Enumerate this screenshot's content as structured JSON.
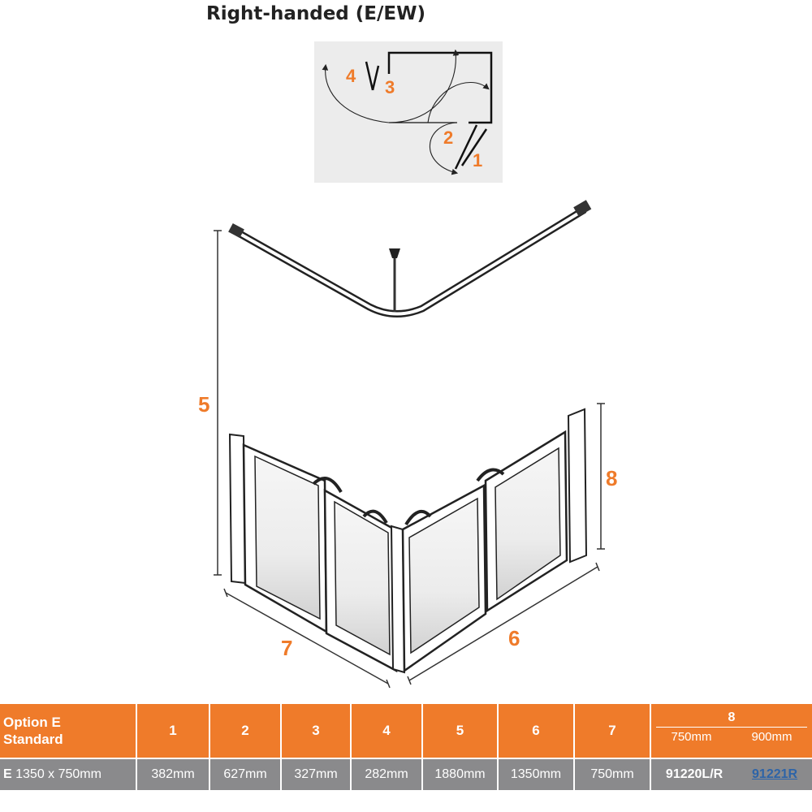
{
  "title": "Right-handed (E/EW)",
  "accent_color": "#ef7b2a",
  "plan_labels": [
    "4",
    "3",
    "2",
    "1"
  ],
  "iso_labels": {
    "height": "5",
    "side_length": "6",
    "front_length": "7",
    "panel_height": "8"
  },
  "table": {
    "option_line1": "Option E",
    "option_line2": "Standard",
    "headers": [
      "1",
      "2",
      "3",
      "4",
      "5",
      "6",
      "7"
    ],
    "col8": {
      "label": "8",
      "sub": [
        "750mm",
        "900mm"
      ]
    },
    "row": {
      "prefix": "E",
      "size": "1350 x 750mm",
      "values": [
        "382mm",
        "627mm",
        "327mm",
        "282mm",
        "1880mm",
        "1350mm",
        "750mm"
      ],
      "codes": [
        "91220L/R",
        "91221R"
      ]
    }
  }
}
